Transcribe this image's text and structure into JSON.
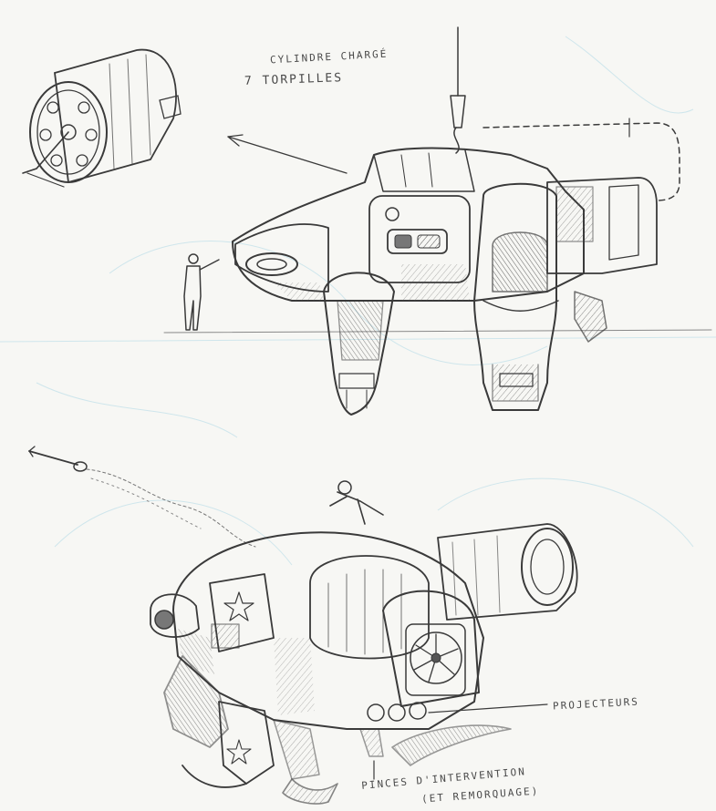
{
  "annotations": {
    "cylinder_label": "CYLINDRE CHARGÉ",
    "torpedo_label": "7 TORPILLES",
    "projectors_label": "PROJECTEURS",
    "pincers_label": "PINCES D'INTERVENTION",
    "towing_label": "(ET REMORQUAGE)"
  },
  "colors": {
    "paper": "#f7f7f4",
    "pencil": "#3a3a3a",
    "blueline": "#cfe6ec"
  }
}
